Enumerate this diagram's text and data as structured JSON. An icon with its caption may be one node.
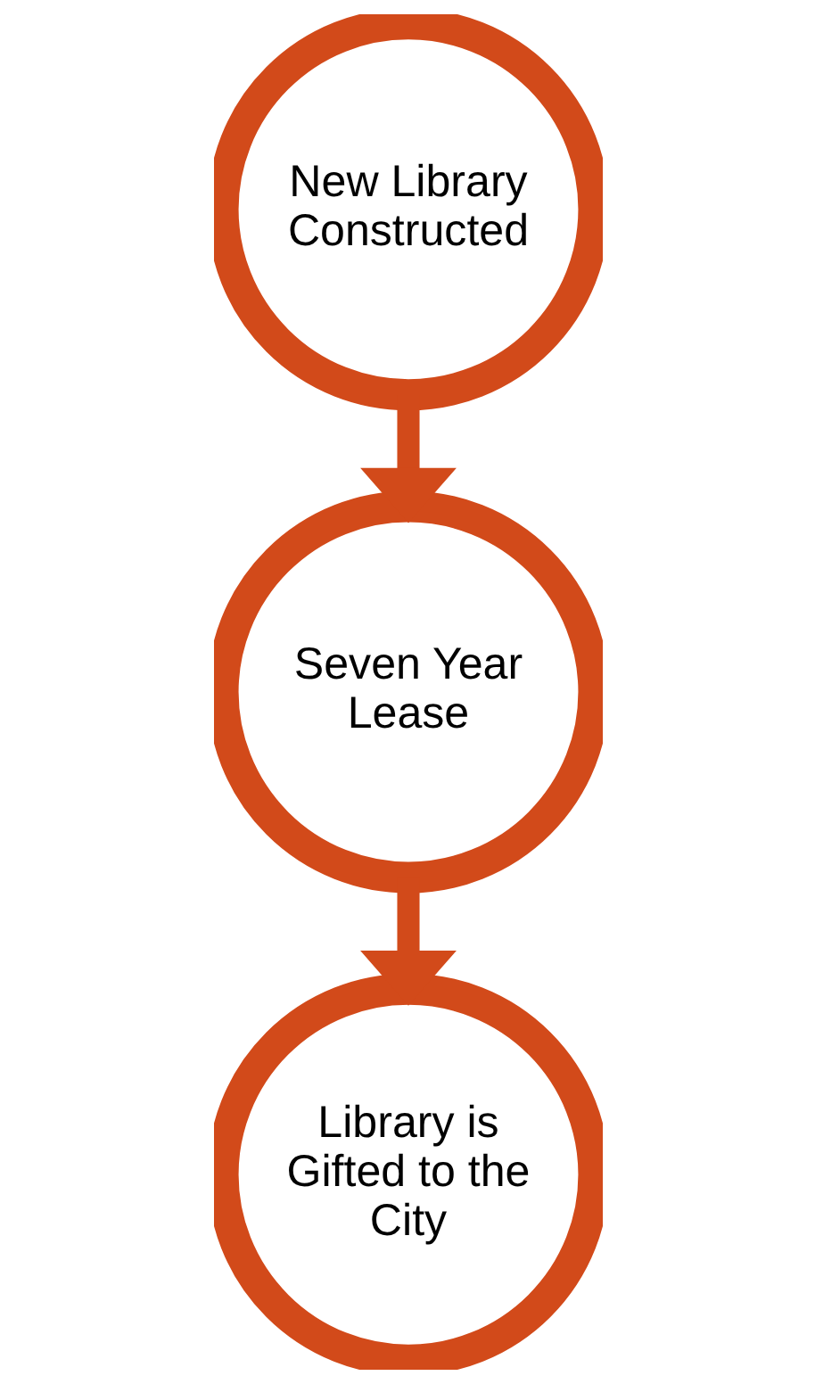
{
  "diagram": {
    "nodes": [
      {
        "text": [
          "New Library Constructed"
        ]
      },
      {
        "text": [
          "Seven Year Lease"
        ]
      },
      {
        "text": [
          "Library is Gifted to the City"
        ]
      }
    ],
    "edges": [
      {
        "from": 0,
        "to": 1,
        "arrow": "to"
      },
      {
        "from": 1,
        "to": 2,
        "arrow": "to"
      }
    ]
  }
}
